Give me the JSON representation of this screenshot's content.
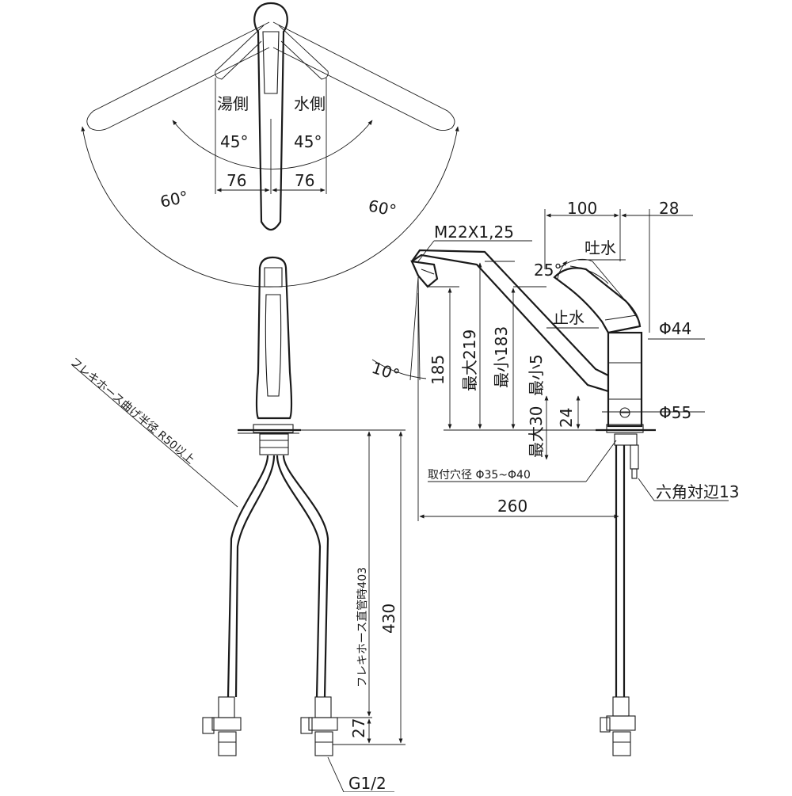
{
  "top_view": {
    "hot_side": "湯側",
    "cold_side": "水側",
    "angle_inner_left": "45°",
    "angle_inner_right": "45°",
    "offset_left": "76",
    "offset_right": "76",
    "angle_outer_left": "60°",
    "angle_outer_right": "60°"
  },
  "front_view": {
    "hose_bend_radius": "フレキホース曲げ半径 R50以上",
    "hose_straight_length": "フレキホース直管時403",
    "hose_length": "430",
    "fitting_height": "27",
    "thread": "G1/2"
  },
  "side_view": {
    "dim_100": "100",
    "dim_28": "28",
    "outlet_thread": "M22X1,25",
    "outlet_label": "吐水",
    "lever_angle": "25°",
    "stop_label": "止水",
    "diameter_44": "Φ44",
    "spout_tilt": "10°",
    "height_185": "185",
    "max_219": "最大219",
    "min_183": "最小183",
    "min_5": "最小5",
    "max_30": "最大30",
    "dim_24": "24",
    "diameter_55": "Φ55",
    "mounting_hole": "取付穴径 Φ35~Φ40",
    "hex_size": "六角対辺13",
    "reach_260": "260"
  }
}
